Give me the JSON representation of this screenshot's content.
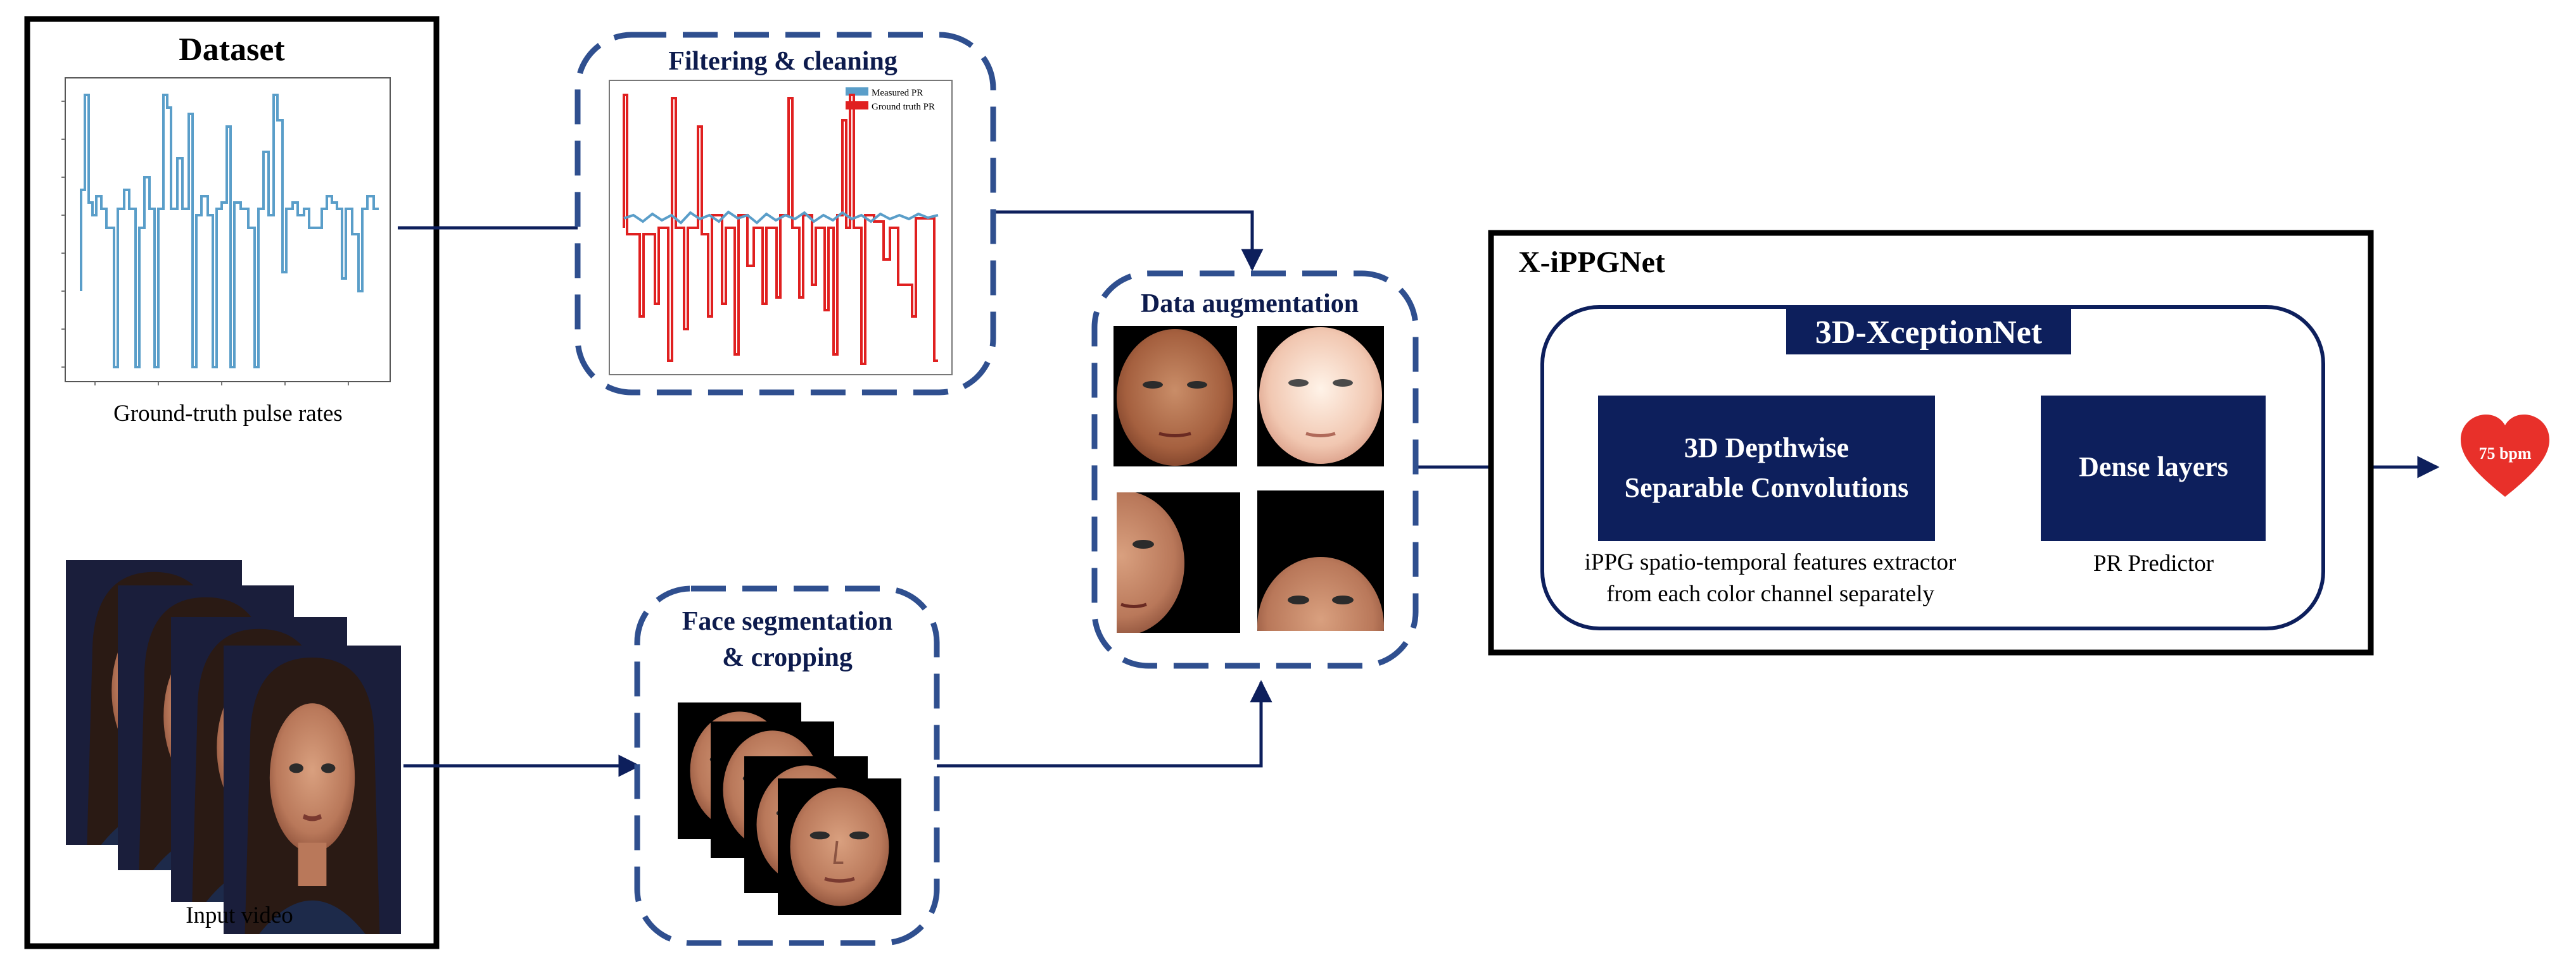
{
  "dataset": {
    "title": "Dataset",
    "pulse_caption": "Ground-truth pulse rates",
    "video_caption": "Input video"
  },
  "filtering": {
    "title": "Filtering & cleaning",
    "legend": [
      "Measured PR",
      "Ground truth PR"
    ]
  },
  "segmentation": {
    "title_line1": "Face segmentation",
    "title_line2": "& cropping"
  },
  "augmentation": {
    "title": "Data augmentation"
  },
  "model": {
    "title": "X-iPPGNet",
    "inner_title": "3D-XceptionNet",
    "block1_line1": "3D Depthwise",
    "block1_line2": "Separable Convolutions",
    "block1_caption_line1": "iPPG spatio-temporal features extractor",
    "block1_caption_line2": "from each color channel separately",
    "block2_label": "Dense layers",
    "block2_caption": "PR Predictor"
  },
  "output": {
    "value": "75 bpm"
  },
  "colors": {
    "navy": "#0d1f5c",
    "dashed_border": "#2f4f8f",
    "pulse_line": "#5a9ec9",
    "ground_truth_line": "#e02020",
    "heart": "#e8302a"
  },
  "icons": [
    "heart-icon"
  ]
}
